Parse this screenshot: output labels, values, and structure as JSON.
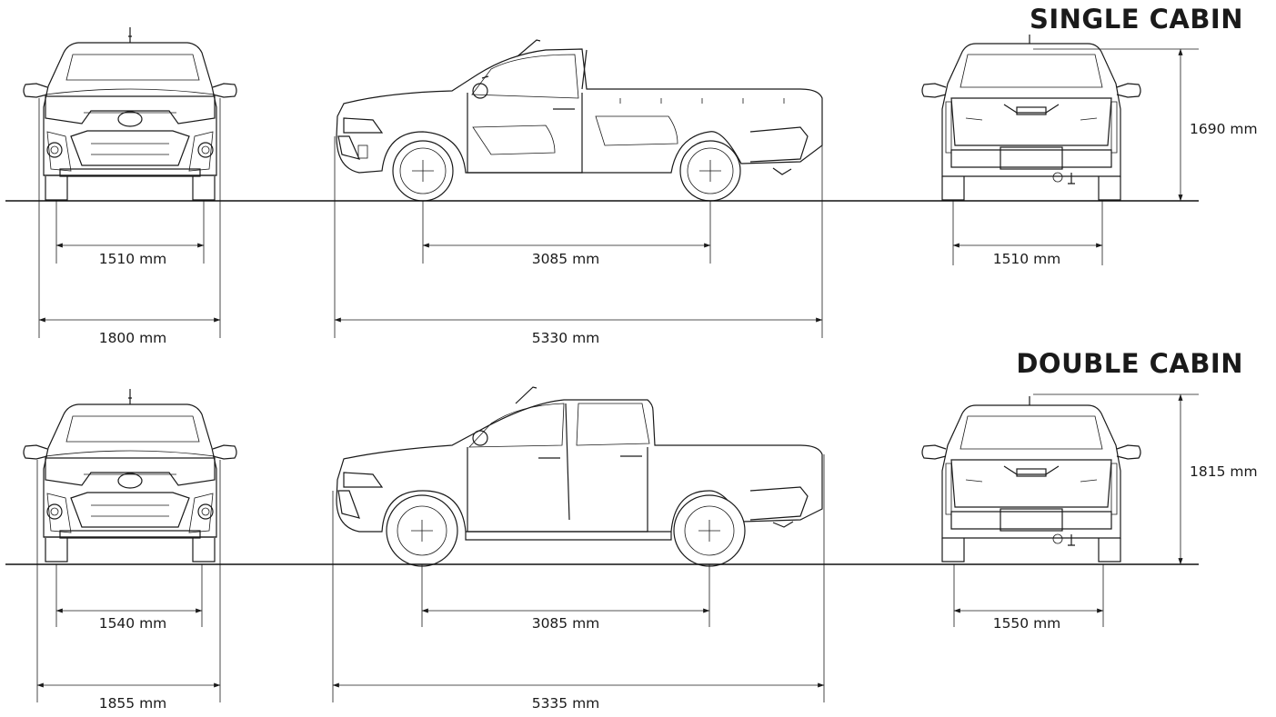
{
  "colors": {
    "line": "#1a1a1a",
    "background": "#ffffff"
  },
  "single_cabin": {
    "title": "SINGLE CABIN",
    "front_track": "1510 mm",
    "front_width": "1800 mm",
    "wheelbase": "3085 mm",
    "overall_length": "5330 mm",
    "rear_track": "1510 mm",
    "height": "1690 mm"
  },
  "double_cabin": {
    "title": "DOUBLE CABIN",
    "front_track": "1540 mm",
    "front_width": "1855 mm",
    "wheelbase": "3085 mm",
    "overall_length": "5335 mm",
    "rear_track": "1550 mm",
    "height": "1815 mm"
  }
}
